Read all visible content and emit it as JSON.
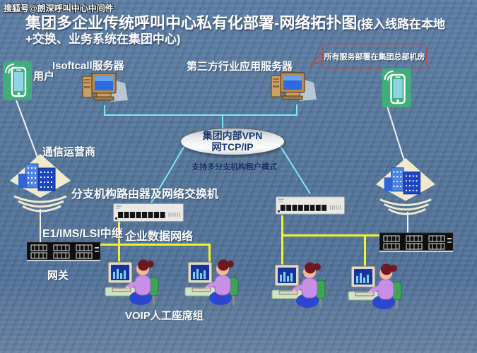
{
  "watermark": "搜狐号@朗深呼叫中心中间件",
  "title": {
    "main": "集团多企业传统呼叫中心私有化部署-网络拓扑图",
    "paren_start": "(接入线路在本地",
    "line2": "+交换、业务系统在集团中心)"
  },
  "callout": {
    "text": "所有服务部署在集团总部机房",
    "border_color": "#a8504f"
  },
  "cloud": {
    "line1": "集团内部VPN",
    "line2": "网TCP/IP"
  },
  "labels": {
    "user": "用户",
    "isoftcall_server": "Isoftcall服务器",
    "third_party_server": "第三方行业应用服务器",
    "telecom_operator": "通信运营商",
    "tenant_note": "支持多分支机构租户模式",
    "branch_switch": "分支机构路由器及网络交换机",
    "e1_trunk": "E1/IMS/LSI中继",
    "enterprise_network": "企业数据网络",
    "gateway": "网关",
    "voip_agents": "VOIP人工座席组"
  },
  "colors": {
    "background": "#55769c",
    "cyan_link": "#79e9ec",
    "yellow_link": "#f3f32b",
    "white_link": "#f2f3f4",
    "phone_green": "#3fae7c",
    "navy_text": "#16356e",
    "callout_border": "#a8504f"
  },
  "icon_names": [
    "smartphone-icon",
    "server-computer-icon",
    "operator-building-icon",
    "network-switch-icon",
    "gateway-rack-icon",
    "agent-workstation-icon",
    "vpn-cloud"
  ]
}
